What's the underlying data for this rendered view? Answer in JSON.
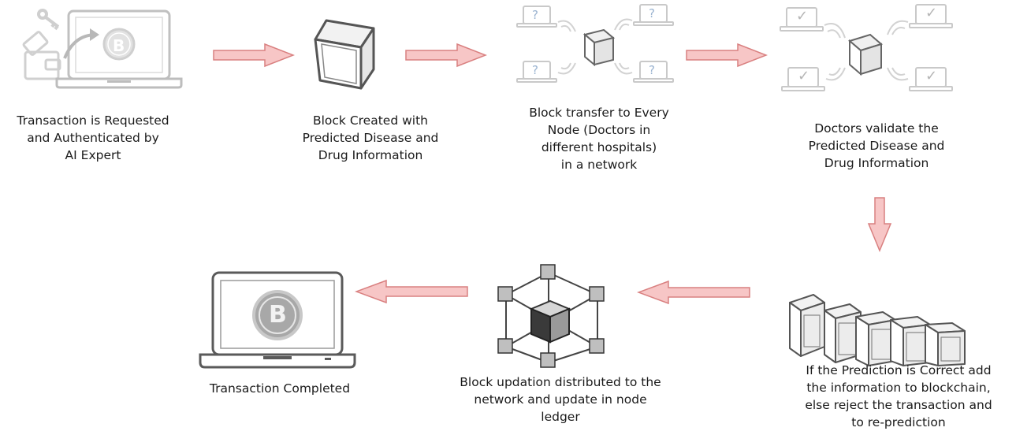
{
  "steps": [
    {
      "label_lines": [
        "Transaction is Requested",
        "and Authenticated by",
        "AI Expert"
      ]
    },
    {
      "label_lines": [
        "Block Created with",
        "Predicted Disease and",
        "Drug Information"
      ]
    },
    {
      "label_lines": [
        "Block transfer to Every",
        "Node (Doctors in",
        "different hospitals)",
        "in a network"
      ]
    },
    {
      "label_lines": [
        "Doctors validate the",
        "Predicted Disease and",
        "Drug Information"
      ]
    },
    {
      "label_lines": [
        "If the Prediction is Correct add",
        "the information to blockchain,",
        "else reject the transaction and",
        "to re-prediction"
      ]
    },
    {
      "label_lines": [
        "Block updation distributed to the",
        "network and update in node",
        "ledger"
      ]
    },
    {
      "label_lines": [
        "Transaction Completed"
      ]
    }
  ],
  "icons": {
    "coin_symbol": "B",
    "node_symbol": "?",
    "check_symbol": "✓"
  },
  "colors": {
    "arrow_fill": "#f7c6c6",
    "arrow_stroke": "#d98080",
    "icon_stroke": "#7a7a7a",
    "icon_faint": "#c7c7c7"
  }
}
